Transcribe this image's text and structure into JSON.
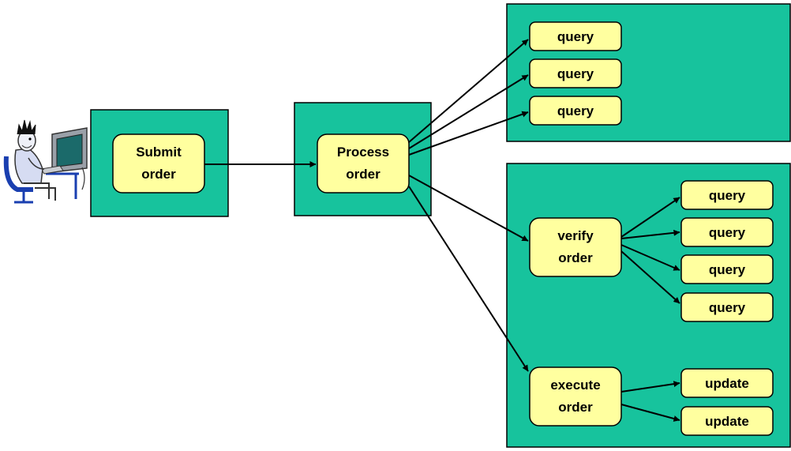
{
  "nodes": {
    "submit_order": [
      "Submit",
      "order"
    ],
    "process_order": [
      "Process",
      "order"
    ],
    "verify_order": [
      "verify",
      "order"
    ],
    "execute_order": [
      "execute",
      "order"
    ],
    "group1_queries": [
      "query",
      "query",
      "query"
    ],
    "verify_queries": [
      "query",
      "query",
      "query",
      "query"
    ],
    "execute_updates": [
      "update",
      "update"
    ]
  },
  "colors": {
    "container": "#17c39d",
    "node": "#ffff9f",
    "edge": "#000000"
  },
  "icons": {
    "user": "user-at-computer-icon"
  }
}
